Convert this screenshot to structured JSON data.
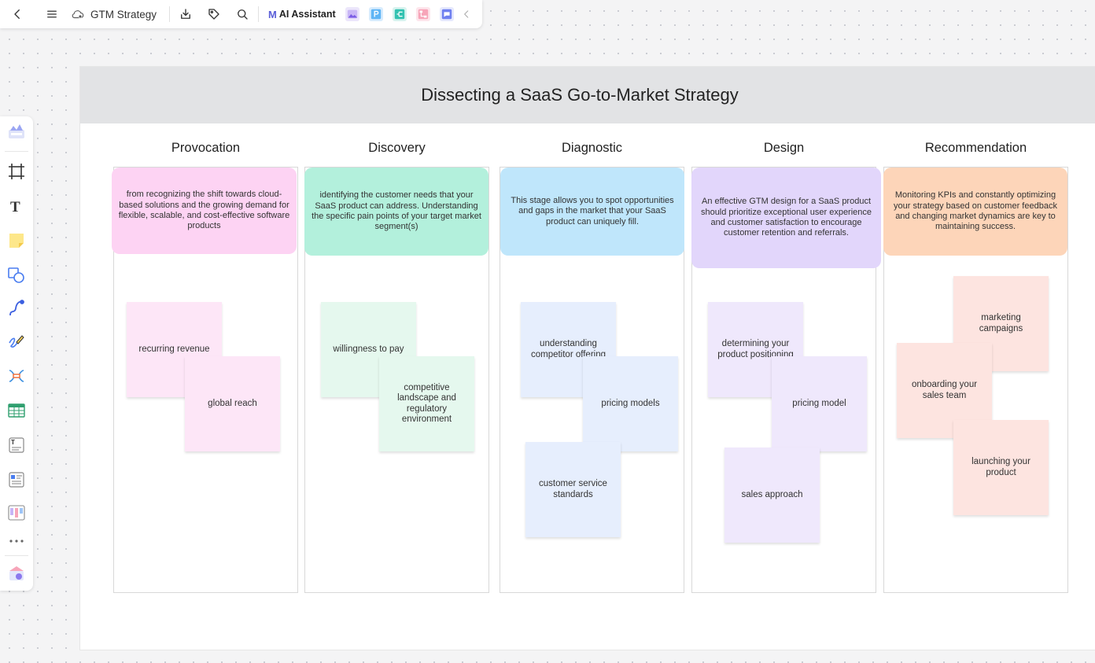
{
  "topbar": {
    "doc_title": "GTM Strategy",
    "ai_label": "AI Assistant",
    "ai_logo": "M"
  },
  "icons": {
    "back": "chevron-left-icon",
    "menu": "hamburger-menu-icon",
    "cloud": "cloud-sync-icon",
    "download": "download-icon",
    "tag": "tag-icon",
    "search": "search-icon",
    "collapse": "chevron-left-icon"
  },
  "board": {
    "title": "Dissecting a SaaS Go-to-Market Strategy",
    "columns": [
      {
        "title": "Provocation",
        "description": "from recognizing the shift towards cloud-based solutions and the growing demand for flexible, scalable, and cost-effective software products",
        "color": "#fdd3f3",
        "stickies": [
          "recurring revenue",
          "global reach"
        ]
      },
      {
        "title": "Discovery",
        "description": "identifying the customer needs that your SaaS product can address. Understanding the specific pain points of your target market segment(s)",
        "color": "#b3f0dc",
        "stickies": [
          "willingness to pay",
          "competitive landscape and regulatory environment"
        ]
      },
      {
        "title": "Diagnostic",
        "description": "This stage allows you to spot opportunities and gaps in the market that your SaaS product can uniquely fill.",
        "color": "#bfe6fb",
        "stickies": [
          "understanding competitor offering",
          "pricing models",
          "customer service standards"
        ]
      },
      {
        "title": "Design",
        "description": "An effective GTM design for a SaaS product should prioritize exceptional user experience and customer satisfaction to encourage customer retention and referrals.",
        "color": "#e2d6fb",
        "stickies": [
          "determining your product positioning",
          "pricing model",
          "sales approach"
        ]
      },
      {
        "title": "Recommendation",
        "description": "Monitoring KPIs and constantly optimizing your strategy based on customer feedback and changing market dynamics are key to maintaining success.",
        "color": "#fdd5b9",
        "stickies": [
          "marketing campaigns",
          "onboarding your sales team",
          "launching your product"
        ]
      }
    ]
  }
}
